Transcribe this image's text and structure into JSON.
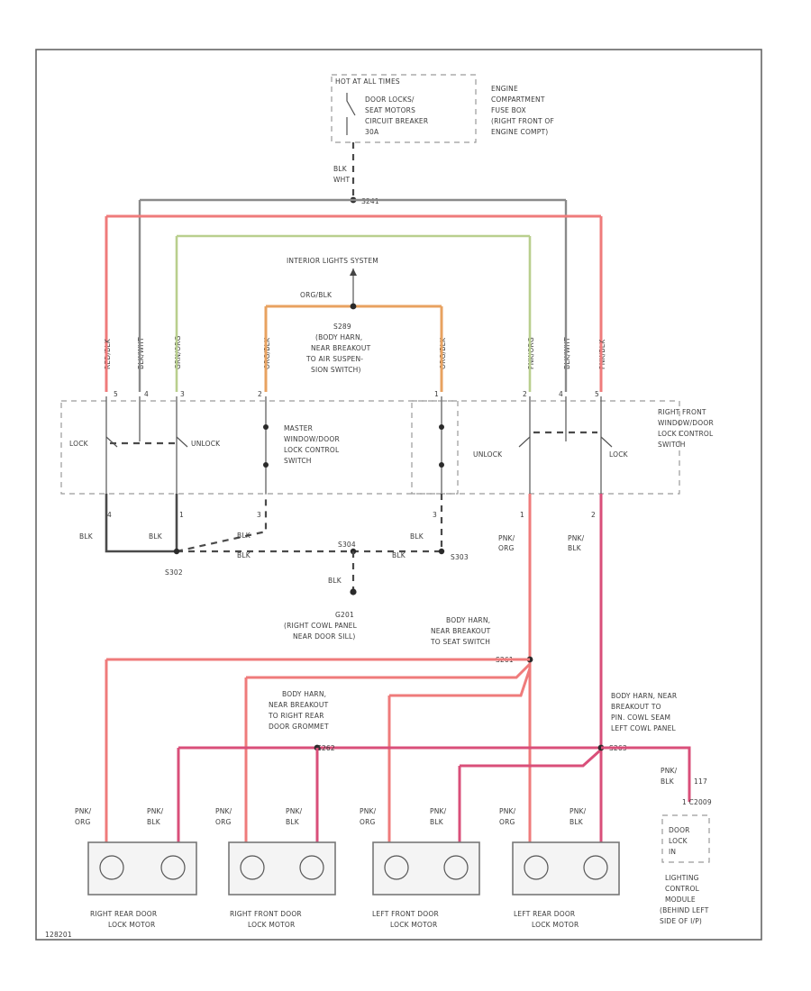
{
  "diagram": {
    "fuse": {
      "header": "HOT AT ALL TIMES",
      "lines": [
        "DOOR LOCKS/",
        "SEAT MOTORS",
        "CIRCUIT BREAKER",
        "30A"
      ],
      "location": [
        "ENGINE",
        "COMPARTMENT",
        "FUSE BOX",
        "(RIGHT FRONT OF",
        "ENGINE COMPT)"
      ]
    },
    "feed": {
      "color": "BLK",
      "circuit": "WHT",
      "splice": "S241"
    },
    "interior": "INTERIOR LIGHTS SYSTEM",
    "dome_wire": "ORG/BLK",
    "s289": [
      "S289",
      "(BODY HARN,",
      "NEAR BREAKOUT",
      "TO AIR SUSPEN-",
      "SION SWITCH)"
    ],
    "master_switch": [
      "MASTER",
      "WINDOW/DOOR",
      "LOCK CONTROL",
      "SWITCH"
    ],
    "right_switch": [
      "RIGHT FRONT",
      "WINDOW/DOOR",
      "LOCK CONTROL",
      "SWITCH"
    ],
    "labels": {
      "lock": "LOCK",
      "unlock": "UNLOCK",
      "blk": "BLK",
      "pnk_org": [
        "PNK/",
        "ORG"
      ],
      "pnk_blk": [
        "PNK/",
        "BLK"
      ],
      "pin1": "1",
      "pin2": "2",
      "pin3": "3",
      "pin4": "4",
      "pin5": "5",
      "wire_vert_1": "RED/BLK",
      "wire_vert_2": "BLK/WHT",
      "wire_vert_3": "GRN/ORG",
      "wire_vert_4": "ORG/BLK",
      "wire_vert_5": "ORG/BLK",
      "wire_vert_6": "PNK/ORG",
      "wire_vert_7": "BLK/WHT",
      "wire_vert_8": "PNK/BLK"
    },
    "splices": {
      "s302": "S302",
      "s303": "S303",
      "s304": "S304",
      "s261": "S261",
      "s262": "S262",
      "s263": "S263"
    },
    "ground": [
      "G201",
      "(RIGHT COWL PANEL",
      "NEAR DOOR SILL)"
    ],
    "breakout_s261": [
      "BODY HARN,",
      "NEAR BREAKOUT",
      "TO SEAT SWITCH"
    ],
    "breakout_s262": [
      "BODY HARN,",
      "NEAR BREAKOUT",
      "TO RIGHT REAR",
      "DOOR GROMMET"
    ],
    "breakout_s263": [
      "BODY HARN, NEAR",
      "BREAKOUT TO",
      "PIN. COWL SEAM",
      "LEFT COWL PANEL"
    ],
    "motors": [
      {
        "name": [
          "RIGHT REAR DOOR",
          "LOCK MOTOR"
        ],
        "left": [
          "PNK/",
          "ORG"
        ],
        "right": [
          "PNK/",
          "BLK"
        ]
      },
      {
        "name": [
          "RIGHT FRONT DOOR",
          "LOCK MOTOR"
        ],
        "left": [
          "PNK/",
          "ORG"
        ],
        "right": [
          "PNK/",
          "BLK"
        ]
      },
      {
        "name": [
          "LEFT FRONT DOOR",
          "LOCK MOTOR"
        ],
        "left": [
          "PNK/",
          "ORG"
        ],
        "right": [
          "PNK/",
          "BLK"
        ]
      },
      {
        "name": [
          "LEFT REAR DOOR",
          "LOCK MOTOR"
        ],
        "left": [
          "PNK/",
          "ORG"
        ],
        "right": [
          "PNK/",
          "BLK"
        ]
      }
    ],
    "lcm": {
      "wire": [
        "PNK/",
        "BLK"
      ],
      "pin": "1 C2009",
      "pin_sub": "117",
      "box": [
        "DOOR",
        "LOCK",
        "IN"
      ],
      "name": [
        "LIGHTING",
        "CONTROL",
        "MODULE",
        "(BEHIND LEFT",
        "SIDE OF I/P)"
      ]
    },
    "code": "128201"
  }
}
